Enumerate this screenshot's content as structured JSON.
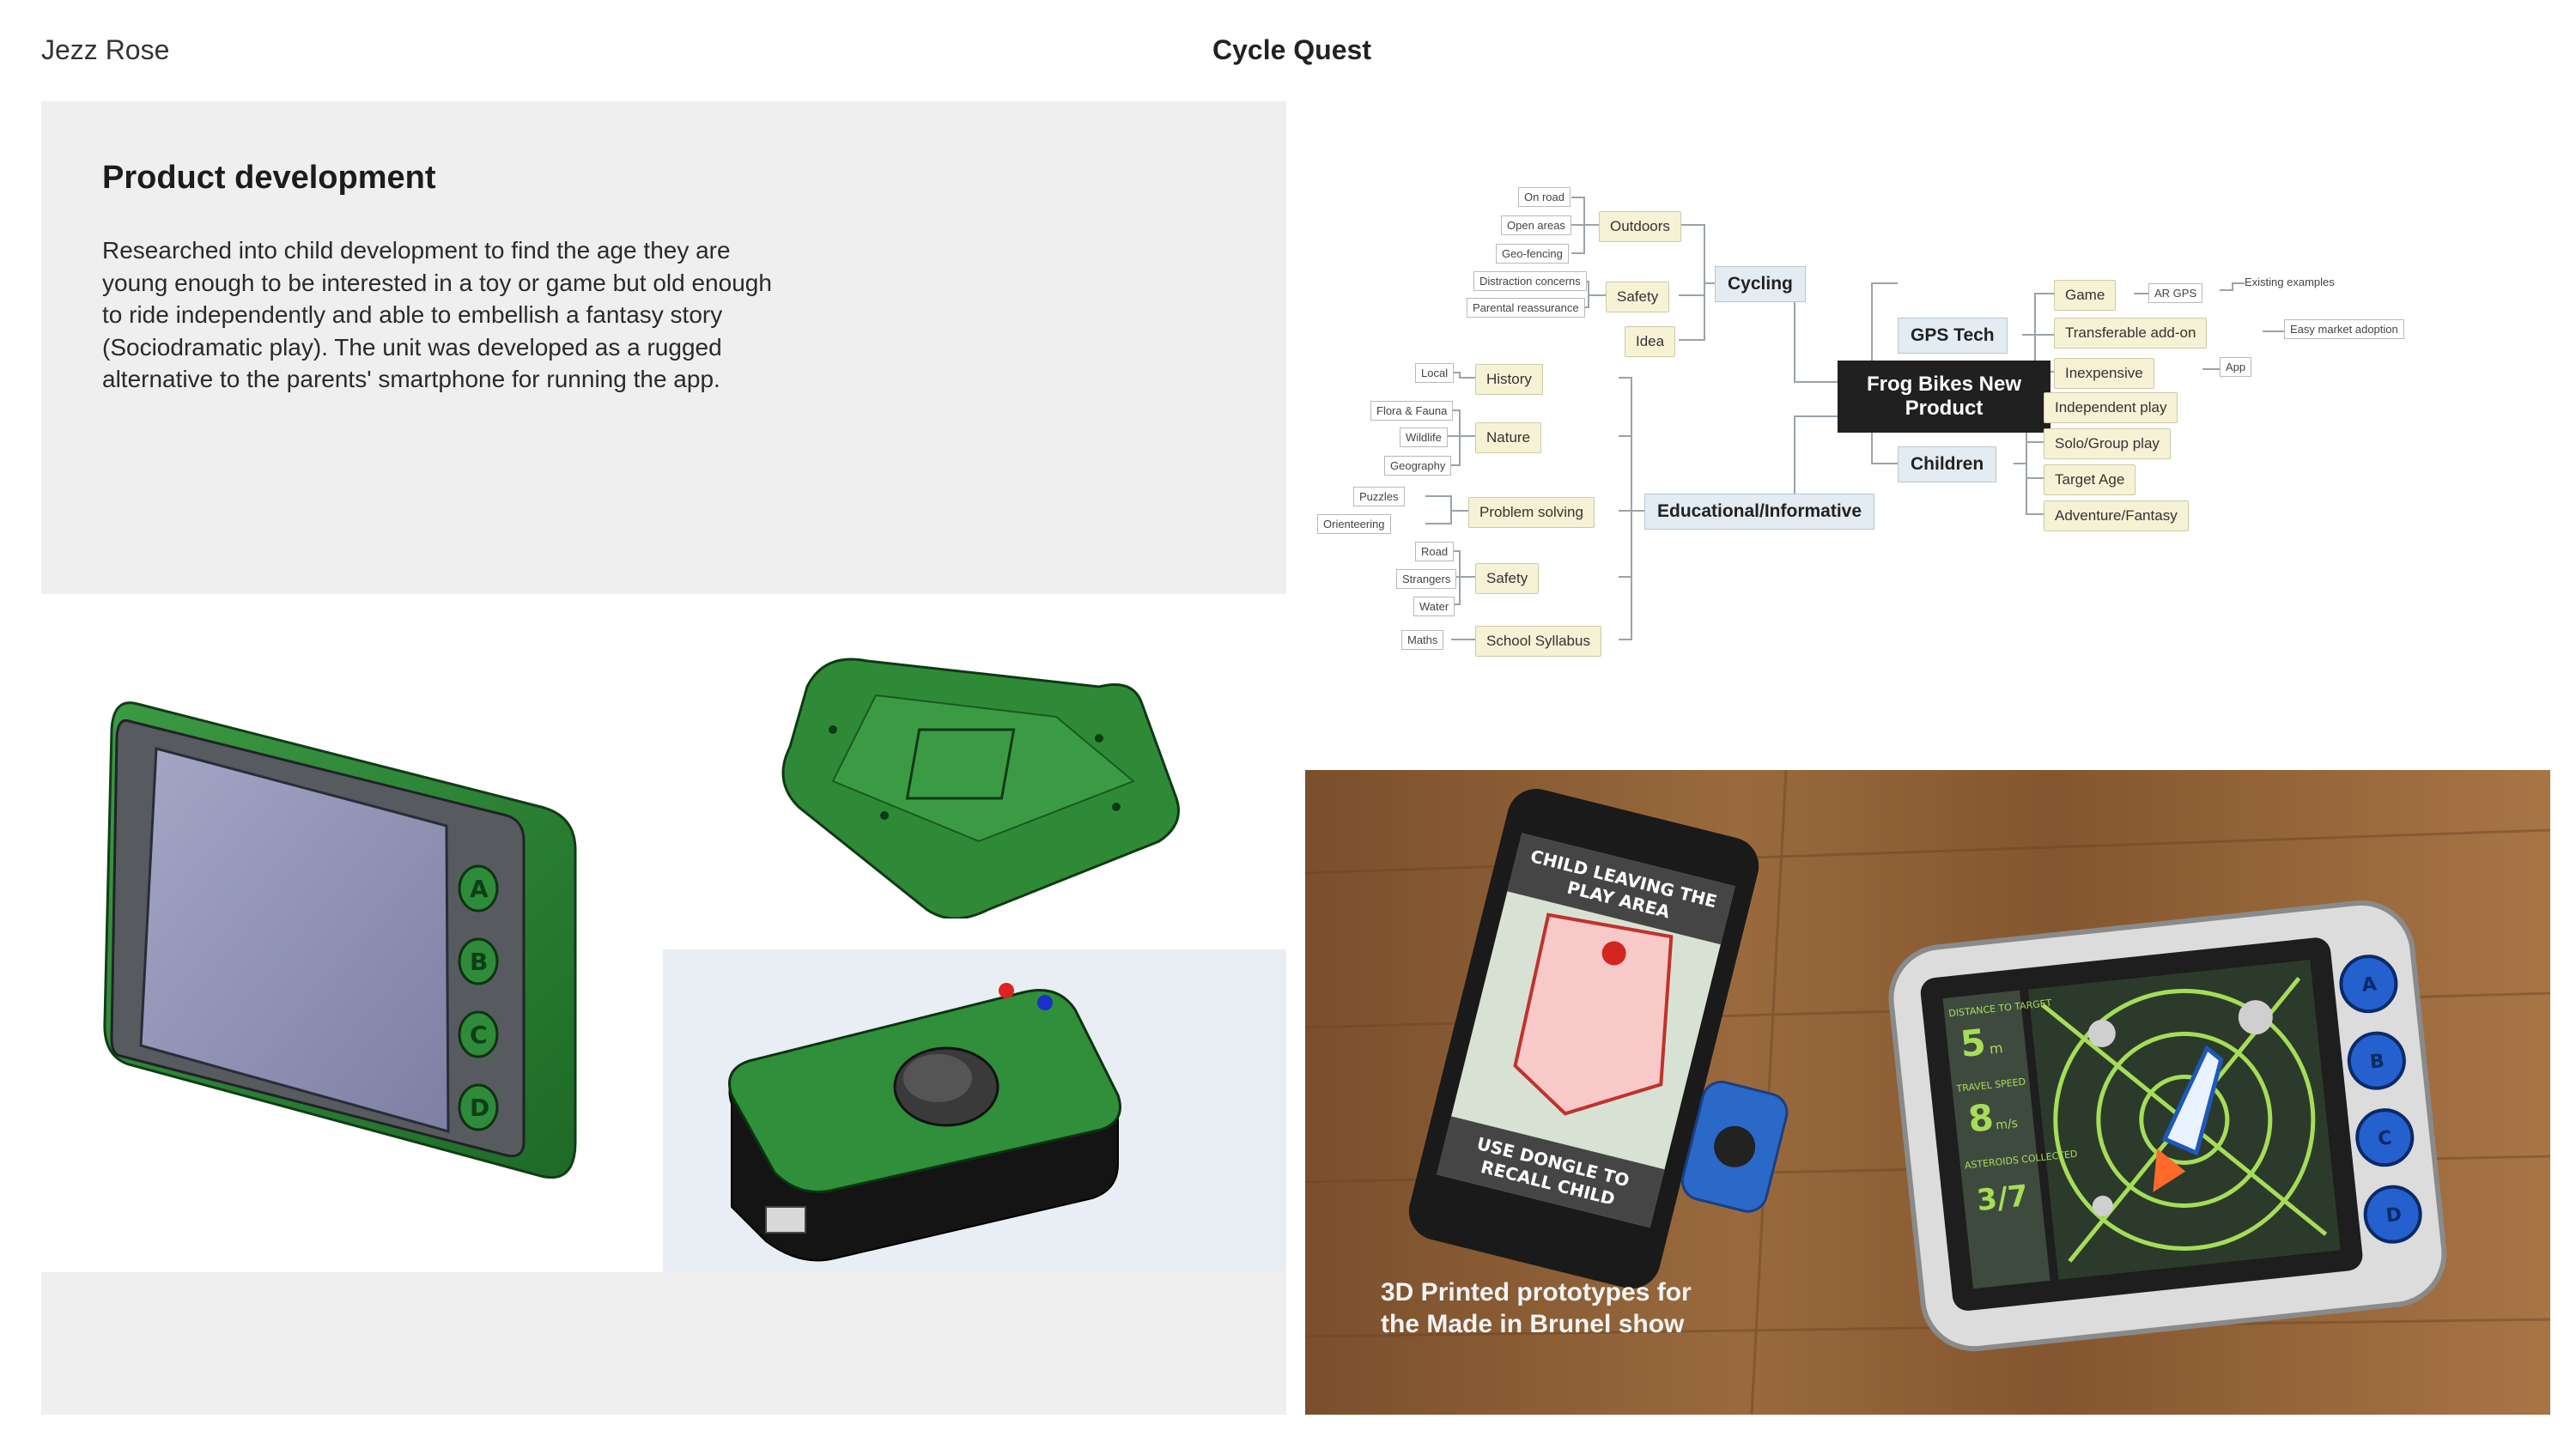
{
  "header": {
    "author": "Jezz Rose",
    "project": "Cycle Quest"
  },
  "development": {
    "title": "Product development",
    "body": "Researched into child development to find the age they are young enough to be interested in a toy or game but old enough to ride independently and able to embellish a fantasy story (Sociodramatic play). The unit was developed as a rugged alternative to the parents' smartphone for running the app."
  },
  "handheld": {
    "buttons": [
      "A",
      "B",
      "C",
      "D"
    ]
  },
  "mindmap": {
    "root_line1": "Frog Bikes New",
    "root_line2": "Product",
    "cycling": {
      "label": "Cycling",
      "outdoors": "Outdoors",
      "on_road": "On road",
      "open_areas": "Open areas",
      "geo_fencing": "Geo-fencing",
      "safety": "Safety",
      "distraction": "Distraction concerns",
      "reassurance": "Parental reassurance",
      "idea": "Idea"
    },
    "educational": {
      "label": "Educational/Informative",
      "history": "History",
      "local": "Local",
      "nature": "Nature",
      "flora": "Flora & Fauna",
      "wildlife": "Wildlife",
      "geography": "Geography",
      "problem": "Problem solving",
      "puzzles": "Puzzles",
      "orienteering": "Orienteering",
      "safety": "Safety",
      "road": "Road",
      "strangers": "Strangers",
      "water": "Water",
      "syllabus": "School Syllabus",
      "maths": "Maths"
    },
    "gps": {
      "label": "GPS Tech",
      "game": "Game",
      "ar_gps": "AR GPS",
      "existing": "Existing examples",
      "addon": "Transferable add-on",
      "adoption": "Easy market adoption",
      "inexpensive": "Inexpensive",
      "app": "App"
    },
    "children": {
      "label": "Children",
      "independent": "Independent play",
      "solo": "Solo/Group play",
      "age": "Target Age",
      "adventure": "Adventure/Fantasy"
    }
  },
  "photo": {
    "phone_top_1": "CHILD LEAVING THE",
    "phone_top_2": "PLAY AREA",
    "phone_bottom_1": "USE DONGLE TO",
    "phone_bottom_2": "RECALL CHILD",
    "hud_distance_label": "DISTANCE TO TARGET",
    "hud_distance": "5",
    "hud_distance_unit": "m",
    "hud_speed_label": "TRAVEL SPEED",
    "hud_speed": "8",
    "hud_speed_unit": "m/s",
    "hud_asteroids_label": "ASTEROIDS COLLECTED",
    "hud_asteroids": "3/7",
    "buttons": [
      "A",
      "B",
      "C",
      "D"
    ],
    "caption_line1": "3D Printed prototypes for",
    "caption_line2": "the Made in Brunel show"
  }
}
